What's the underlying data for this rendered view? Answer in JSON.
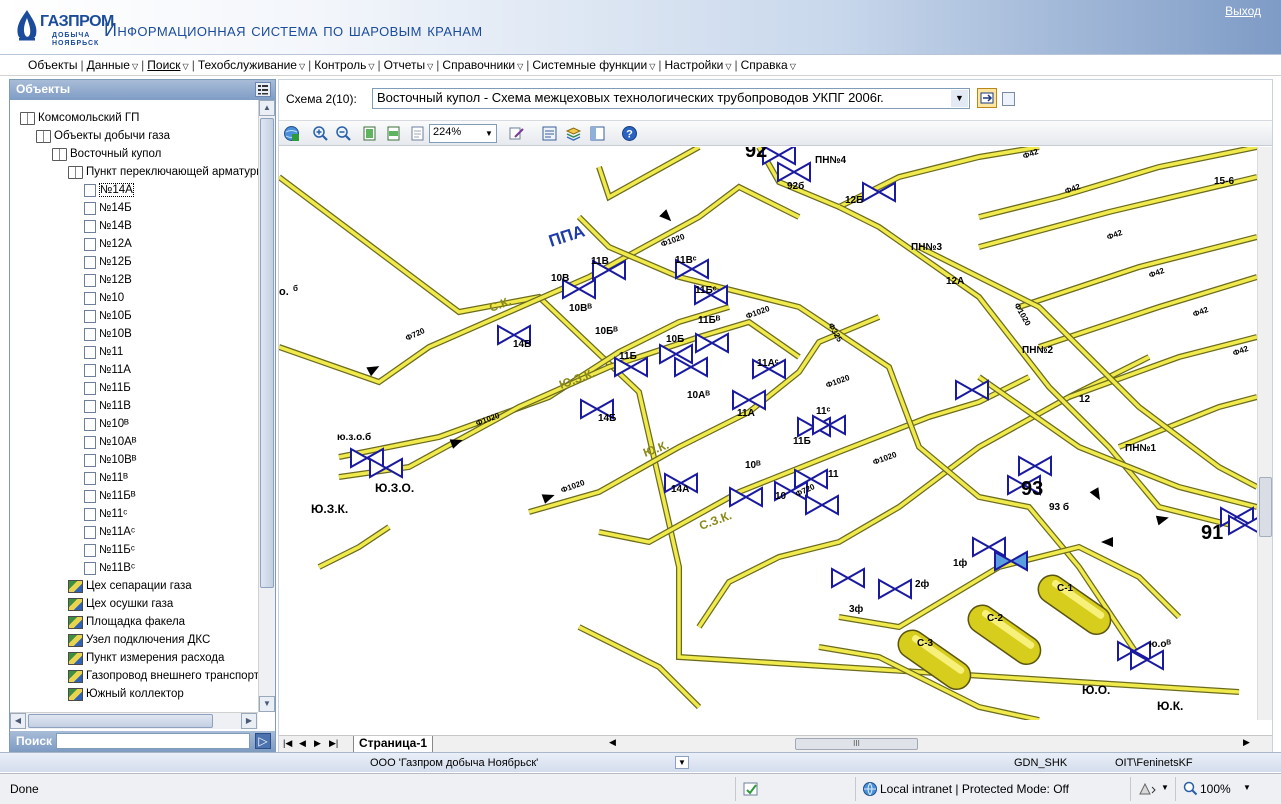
{
  "header": {
    "logo_name": "ГАЗПРОМ",
    "logo_sub1": "ДОБЫЧА",
    "logo_sub2": "НОЯБРЬСК",
    "app_title": "Информационная система по шаровым кранам",
    "logout": "Выход"
  },
  "menu": [
    {
      "label": "Объекты",
      "arrow": false
    },
    {
      "label": "Данные",
      "arrow": true
    },
    {
      "label": "Поиск",
      "arrow": true
    },
    {
      "label": "Техобслуживание",
      "arrow": true
    },
    {
      "label": "Контроль",
      "arrow": true
    },
    {
      "label": "Отчеты",
      "arrow": true
    },
    {
      "label": "Справочники",
      "arrow": true
    },
    {
      "label": "Системные функции",
      "arrow": true
    },
    {
      "label": "Настройки",
      "arrow": true
    },
    {
      "label": "Справка",
      "arrow": true
    }
  ],
  "objects_panel": {
    "title": "Объекты",
    "search_label": "Поиск",
    "search_value": "",
    "tree": [
      {
        "label": "Комсомольский ГП",
        "level": 0,
        "icon": "book-open-icon"
      },
      {
        "label": "Объекты добычи газа",
        "level": 1,
        "icon": "book-open-icon"
      },
      {
        "label": "Восточный купол",
        "level": 2,
        "icon": "book-open-icon"
      },
      {
        "label": "Пункт переключающей арматуры",
        "level": 3,
        "icon": "book-open-icon"
      },
      {
        "label": "№14А",
        "level": 4,
        "icon": "page-icon",
        "selected": true
      },
      {
        "label": "№14Б",
        "level": 4,
        "icon": "page-icon"
      },
      {
        "label": "№14В",
        "level": 4,
        "icon": "page-icon"
      },
      {
        "label": "№12А",
        "level": 4,
        "icon": "page-icon"
      },
      {
        "label": "№12Б",
        "level": 4,
        "icon": "page-icon"
      },
      {
        "label": "№12В",
        "level": 4,
        "icon": "page-icon"
      },
      {
        "label": "№10",
        "level": 4,
        "icon": "page-icon"
      },
      {
        "label": "№10Б",
        "level": 4,
        "icon": "page-icon"
      },
      {
        "label": "№10В",
        "level": 4,
        "icon": "page-icon"
      },
      {
        "label": "№11",
        "level": 4,
        "icon": "page-icon"
      },
      {
        "label": "№11А",
        "level": 4,
        "icon": "page-icon"
      },
      {
        "label": "№11Б",
        "level": 4,
        "icon": "page-icon"
      },
      {
        "label": "№11В",
        "level": 4,
        "icon": "page-icon"
      },
      {
        "label": "№10ᴮ",
        "level": 4,
        "icon": "page-icon"
      },
      {
        "label": "№10Аᴮ",
        "level": 4,
        "icon": "page-icon"
      },
      {
        "label": "№10Вᴮ",
        "level": 4,
        "icon": "page-icon"
      },
      {
        "label": "№11ᴮ",
        "level": 4,
        "icon": "page-icon"
      },
      {
        "label": "№11Бᴮ",
        "level": 4,
        "icon": "page-icon"
      },
      {
        "label": "№11ᶜ",
        "level": 4,
        "icon": "page-icon"
      },
      {
        "label": "№11Аᶜ",
        "level": 4,
        "icon": "page-icon"
      },
      {
        "label": "№11Бᶜ",
        "level": 4,
        "icon": "page-icon"
      },
      {
        "label": "№11Вᶜ",
        "level": 4,
        "icon": "page-icon"
      },
      {
        "label": "Цех сепарации газа",
        "level": 3,
        "icon": "book-closed-icon"
      },
      {
        "label": "Цех осушки газа",
        "level": 3,
        "icon": "book-closed-icon"
      },
      {
        "label": "Площадка факела",
        "level": 3,
        "icon": "book-closed-icon"
      },
      {
        "label": "Узел подключения ДКС",
        "level": 3,
        "icon": "book-closed-icon"
      },
      {
        "label": "Пункт измерения расхода",
        "level": 3,
        "icon": "book-closed-icon"
      },
      {
        "label": "Газопровод внешнего транспорта",
        "level": 3,
        "icon": "book-closed-icon"
      },
      {
        "label": "Южный коллектор",
        "level": 3,
        "icon": "book-closed-icon"
      }
    ]
  },
  "schema": {
    "label": "Схема 2(10):",
    "selected": "Восточный купол - Схема межцеховых технологических трубопроводов УКПГ 2006г.",
    "zoom": "224%",
    "page_tab": "Страница-1",
    "scroll_grip": "III",
    "diagram_labels": {
      "ppa": "ППА",
      "sk": "С.К.",
      "yuzk_line": "Ю.З.К.",
      "yuk_line": "Ю.К.",
      "szk": "С.З.К.",
      "yuzo": "Ю.З.О.",
      "yuzo_b": "ю.з.о.б",
      "yuzk": "Ю.З.К.",
      "yuo": "Ю.О.",
      "yuob": "ю.оᴮ",
      "yuk": "Ю.К.",
      "pn1": "ПН№1",
      "pn2": "ПН№2",
      "pn3": "ПН№3",
      "pn4": "ПН№4",
      "f720a": "Ф720",
      "f720b": "Ф720",
      "f1020a": "Ф1020",
      "f1020b": "Ф1020",
      "f1020c": "Ф1020",
      "f1020d": "Ф1020",
      "f1020e": "Ф1020",
      "f1020f": "Ф1020",
      "f1020g": "Ф1020",
      "f325": "Ф325",
      "f42a": "Ф42",
      "f42b": "Ф42",
      "f42c": "Ф42",
      "f42d": "Ф42",
      "f42e": "Ф42",
      "f42f": "Ф42",
      "v10": "10",
      "v10b_sup": "10ᴮ",
      "v10v": "10В",
      "v10vb": "10Вᴮ",
      "v10bb": "10Бᴮ",
      "v10b": "10Б",
      "v10ab": "10Аᴮ",
      "v11": "11",
      "v11v": "11В",
      "v11vc": "11Вᶜ",
      "v11bc": "11Бᶜ",
      "v11bb": "11Бᴮ",
      "v11b": "11Б",
      "v11ac": "11Аᶜ",
      "v11a": "11А",
      "v11c": "11ᶜ",
      "v11b2": "11Б",
      "v14a": "14А",
      "v14b": "14Б",
      "v14v": "14В",
      "v12": "12",
      "v12a": "12А",
      "v12b": "12Б",
      "v91": "91",
      "v92": "92",
      "v92b": "92б",
      "v93": "93",
      "v93b": "93 б",
      "v156": "15-6",
      "f1": "1ф",
      "f2": "2ф",
      "f3": "3ф",
      "c1": "С-1",
      "c2": "С-2",
      "c3": "С-3",
      "small_o": "о.",
      "small_b": "б"
    }
  },
  "footer": {
    "organization": "ООО 'Газпром добыча Ноябрьск'",
    "db": "GDN_SHK",
    "user": "OIT\\FeninetsKF"
  },
  "statusbar": {
    "status": "Done",
    "zone": "Local intranet | Protected Mode: Off",
    "zoom": "100%"
  },
  "colors": {
    "accent": "#1b4c9c",
    "pipe_fill": "#f0ea4c",
    "pipe_edge": "#6b6b1e",
    "valve": "#1a1aa0",
    "label_green": "#8a8a18",
    "selected_valve": "#5a9ee0"
  }
}
